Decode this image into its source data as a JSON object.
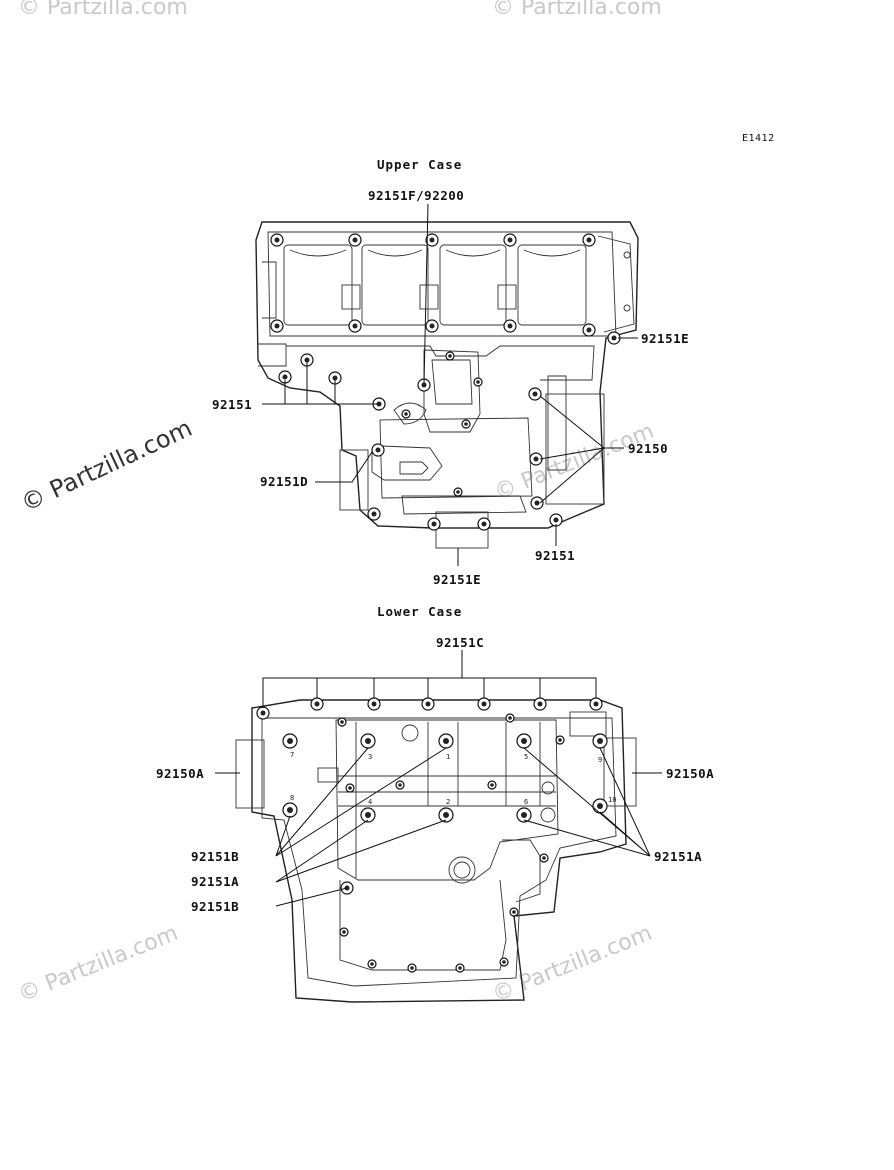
{
  "diagram_code": "E1412",
  "sections": {
    "upper": {
      "title": "Upper Case"
    },
    "lower": {
      "title": "Lower Case"
    }
  },
  "upper_labels": {
    "top": "92151F/92200",
    "right_top": "92151E",
    "left": "92151",
    "right_mid": "92150",
    "left_low": "92151D",
    "right_low": "92151",
    "bottom": "92151E"
  },
  "lower_labels": {
    "top": "92151C",
    "left_a": "92150A",
    "right_a": "92150A",
    "left_b1": "92151B",
    "left_a2": "92151A",
    "left_b2": "92151B",
    "right_a2": "92151A"
  },
  "bolt_numbers": [
    "7",
    "3",
    "1",
    "5",
    "9",
    "8",
    "4",
    "2",
    "6",
    "10"
  ],
  "watermarks": {
    "main": "© Partzilla.com",
    "faint": "© Partzilla.com"
  }
}
